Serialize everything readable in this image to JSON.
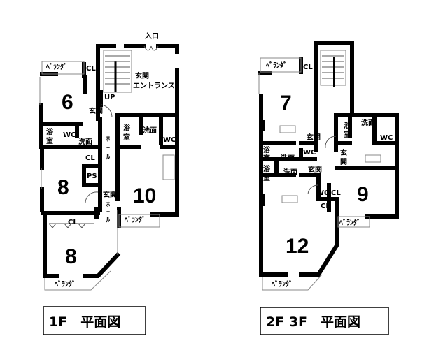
{
  "plan_1f": {
    "entrance_label": "入口",
    "genkan_entrance": [
      "玄関",
      "エントランス"
    ],
    "up_label": "UP",
    "rooms": {
      "r6": "6",
      "r8a": "8",
      "r8b": "8",
      "r10": "10"
    },
    "veranda": "ﾍﾞﾗﾝﾀﾞ",
    "closet": "CL",
    "genkan": "玄関",
    "bath": [
      "浴",
      "室"
    ],
    "wc": "WC",
    "washroom": "洗面",
    "hall": [
      "ﾎ",
      "ｰ",
      "ﾙ"
    ],
    "ps": "PS",
    "caption": "1F　平面図"
  },
  "plan_2f3f": {
    "rooms": {
      "r7": "7",
      "r9": "9",
      "r12": "12"
    },
    "veranda": "ﾍﾞﾗﾝﾀﾞ",
    "closet": "CL",
    "genkan": "玄関",
    "genkan_v": [
      "玄",
      "関"
    ],
    "bath": [
      "浴",
      "室"
    ],
    "wc": "WC",
    "washroom": "洗面",
    "caption": "2F 3F　平面図"
  }
}
